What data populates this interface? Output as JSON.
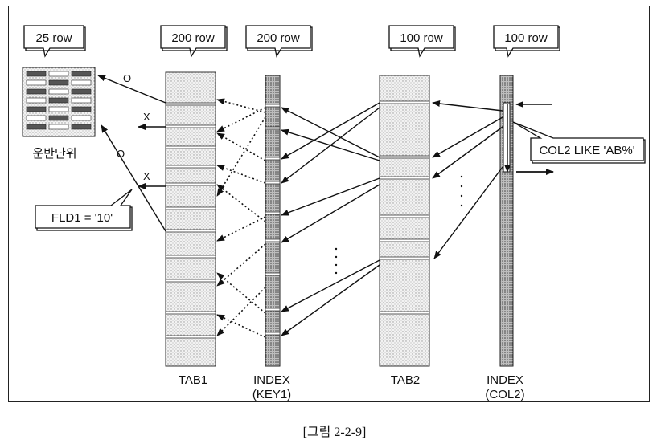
{
  "callouts": {
    "unit_rows": "25 row",
    "tab1_rows": "200 row",
    "index_key1_rows": "200 row",
    "tab2_rows": "100 row",
    "index_col2_rows": "100 row",
    "filter_fld1": "FLD1 = '10'",
    "filter_col2": "COL2 LIKE 'AB%'"
  },
  "labels": {
    "unit": "운반단위",
    "tab1": "TAB1",
    "index_key1_line1": "INDEX",
    "index_key1_line2": "(KEY1)",
    "tab2": "TAB2",
    "index_col2_line1": "INDEX",
    "index_col2_line2": "(COL2)"
  },
  "marks": {
    "accepted": "O",
    "rejected": "X"
  },
  "caption": "[그림 2-2-9]"
}
